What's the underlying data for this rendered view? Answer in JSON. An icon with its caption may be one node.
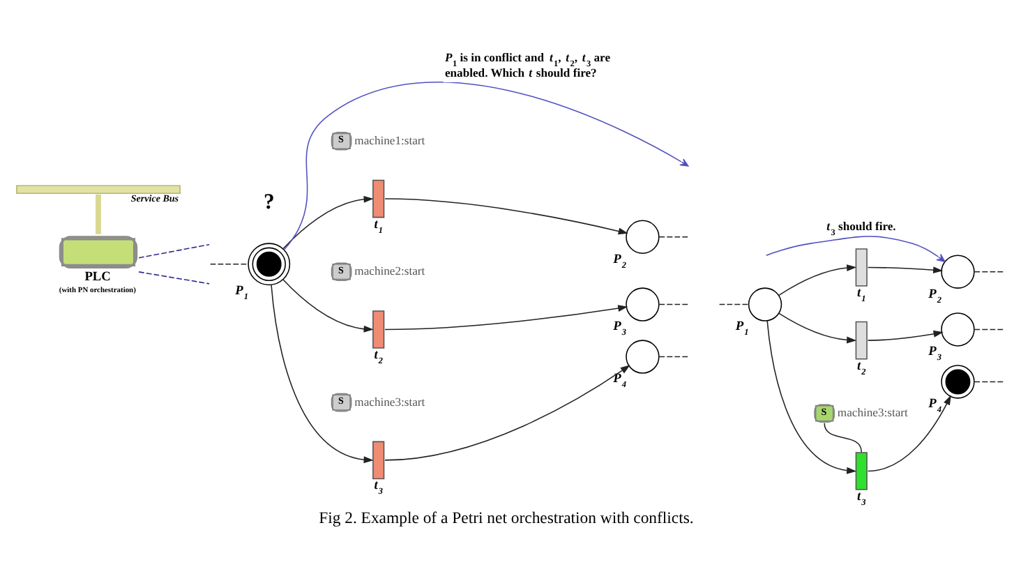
{
  "diagram": {
    "caption": "Fig 2. Example of a Petri net orchestration with conflicts.",
    "nodes": [
      {
        "text": [
          "Service Bus"
        ]
      },
      {
        "text": [
          "PLC",
          "(with PN orchestration)"
        ]
      },
      {
        "text": [
          "P$_{1}$"
        ],
        "beside": [
          "?"
        ]
      },
      {
        "text": [
          "S"
        ],
        "beside": [
          "machine1:start"
        ]
      },
      {
        "text": [
          "t$_{1}$"
        ]
      },
      {
        "text": [
          "S"
        ],
        "beside": [
          "machine2:start"
        ]
      },
      {
        "text": [
          "t$_{2}$"
        ]
      },
      {
        "text": [
          "S"
        ],
        "beside": [
          "machine3:start"
        ]
      },
      {
        "text": [
          "t$_{3}$"
        ]
      },
      {
        "text": [
          "P$_{2}$"
        ]
      },
      {
        "text": [
          "P$_{3}$"
        ]
      },
      {
        "text": [
          "P$_{4}$"
        ]
      },
      {
        "text": [
          "P$_{1}$"
        ]
      },
      {
        "text": [
          "t$_{1}$"
        ]
      },
      {
        "text": [
          "t$_{2}$"
        ]
      },
      {
        "text": [
          "S"
        ],
        "beside": [
          "machine3:start"
        ]
      },
      {
        "text": [
          "t$_{3}$"
        ]
      },
      {
        "text": [
          "P$_{2}$"
        ]
      },
      {
        "text": [
          "P$_{3}$"
        ]
      },
      {
        "text": [
          "P$_{4}$"
        ]
      }
    ],
    "edges": [
      {
        "from": 0,
        "to": 1,
        "arrow": "none",
        "style": "thick",
        "color": "#d8d890"
      },
      {
        "from": 1,
        "to": null,
        "arrow": "none",
        "style": "dashed",
        "color": "#2b2b8f"
      },
      {
        "from": 1,
        "to": null,
        "arrow": "none",
        "style": "dashed",
        "color": "#2b2b8f"
      },
      {
        "from": 2,
        "to": null,
        "arrow": "to",
        "label": "*P*$_{1}$ is in conflict and *t*$_{1}$, *t*$_{2}$, *t*$_{3}$ are enabled. Which *t* should fire?",
        "color": "#5050c0"
      },
      {
        "from": null,
        "to": 17,
        "arrow": "to",
        "label": "*t*$_{3}$ should fire.",
        "color": "#5050c0"
      },
      {
        "from": null,
        "to": 2,
        "arrow": "none",
        "style": "dashed"
      },
      {
        "from": 2,
        "to": 4,
        "arrow": "to"
      },
      {
        "from": 2,
        "to": 6,
        "arrow": "to"
      },
      {
        "from": 2,
        "to": 8,
        "arrow": "to"
      },
      {
        "from": 4,
        "to": 9,
        "arrow": "to"
      },
      {
        "from": 6,
        "to": 10,
        "arrow": "to"
      },
      {
        "from": 8,
        "to": 11,
        "arrow": "to"
      },
      {
        "from": 9,
        "to": null,
        "arrow": "none",
        "style": "dashed"
      },
      {
        "from": 10,
        "to": null,
        "arrow": "none",
        "style": "dashed"
      },
      {
        "from": 11,
        "to": null,
        "arrow": "none",
        "style": "dashed"
      },
      {
        "from": null,
        "to": 12,
        "arrow": "none",
        "style": "dashed"
      },
      {
        "from": 12,
        "to": 13,
        "arrow": "to"
      },
      {
        "from": 12,
        "to": 14,
        "arrow": "to"
      },
      {
        "from": 12,
        "to": 16,
        "arrow": "to"
      },
      {
        "from": 13,
        "to": 17,
        "arrow": "to"
      },
      {
        "from": 14,
        "to": 18,
        "arrow": "to"
      },
      {
        "from": 16,
        "to": 19,
        "arrow": "to"
      },
      {
        "from": 17,
        "to": null,
        "arrow": "none",
        "style": "dashed"
      },
      {
        "from": 18,
        "to": null,
        "arrow": "none",
        "style": "dashed"
      },
      {
        "from": 19,
        "to": null,
        "arrow": "none",
        "style": "dashed"
      },
      {
        "from": 15,
        "to": 16,
        "arrow": "none"
      }
    ]
  }
}
